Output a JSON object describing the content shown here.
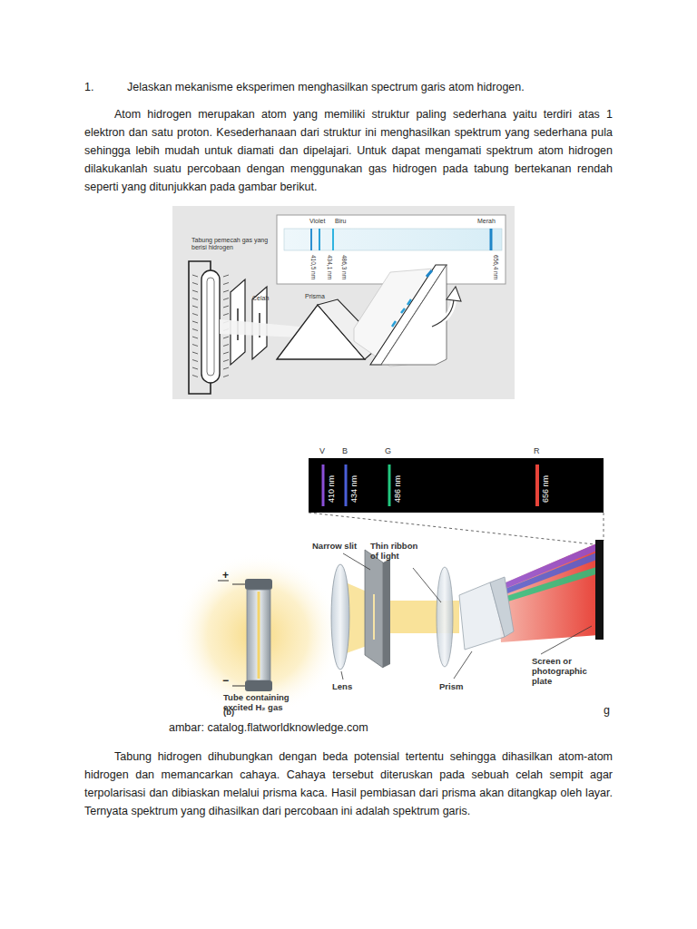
{
  "diagram": {
    "title": "Jelaskan mekanisme eksperimen menghasilkan spectrum garis atom hidrogen.",
    "nodes": [
      {
        "text": [
          "Violet",
          "Biru",
          "Merah",
          "410,5 nm",
          "434,1 nm",
          "486,3 nm",
          "656,4 nm"
        ]
      },
      {
        "text": [
          "V",
          "B",
          "G",
          "R",
          "410 nm",
          "434 nm",
          "486 nm",
          "656 nm"
        ]
      }
    ],
    "labels": [
      "1.",
      "Atom hidrogen merupakan atom yang memiliki struktur paling sederhana yaitu terdiri atas 1 elektron dan satu proton. Kesederhanaan dari struktur ini menghasilkan spektrum yang sederhana pula sehingga lebih mudah untuk diamati dan dipelajari. Untuk dapat mengamati spektrum atom hidrogen dilakukanlah suatu percobaan dengan menggunakan gas hidrogen pada tabung bertekanan rendah seperti yang ditunjukkan pada gambar berikut.",
      "Tabung pemecah gas yang berisi hidrogen",
      "Celah",
      "Prisma",
      "Narrow slit",
      "Thin ribbon of light",
      "+",
      "−",
      "Tube containing excited H₂ gas",
      "Lens",
      "Prism",
      "Screen or photographic plate",
      "(b)",
      "g",
      "ambar: catalog.flatworldknowledge.com",
      "Tabung hidrogen dihubungkan dengan beda potensial tertentu sehingga dihasilkan atom-atom hidrogen dan memancarkan cahaya. Cahaya tersebut diteruskan pada sebuah celah sempit agar terpolarisasi dan dibiaskan melalui prisma kaca. Hasil pembiasan dari prisma akan ditangkap oleh layar. Ternyata spektrum yang dihasilkan dari percobaan ini adalah spektrum garis."
    ]
  }
}
